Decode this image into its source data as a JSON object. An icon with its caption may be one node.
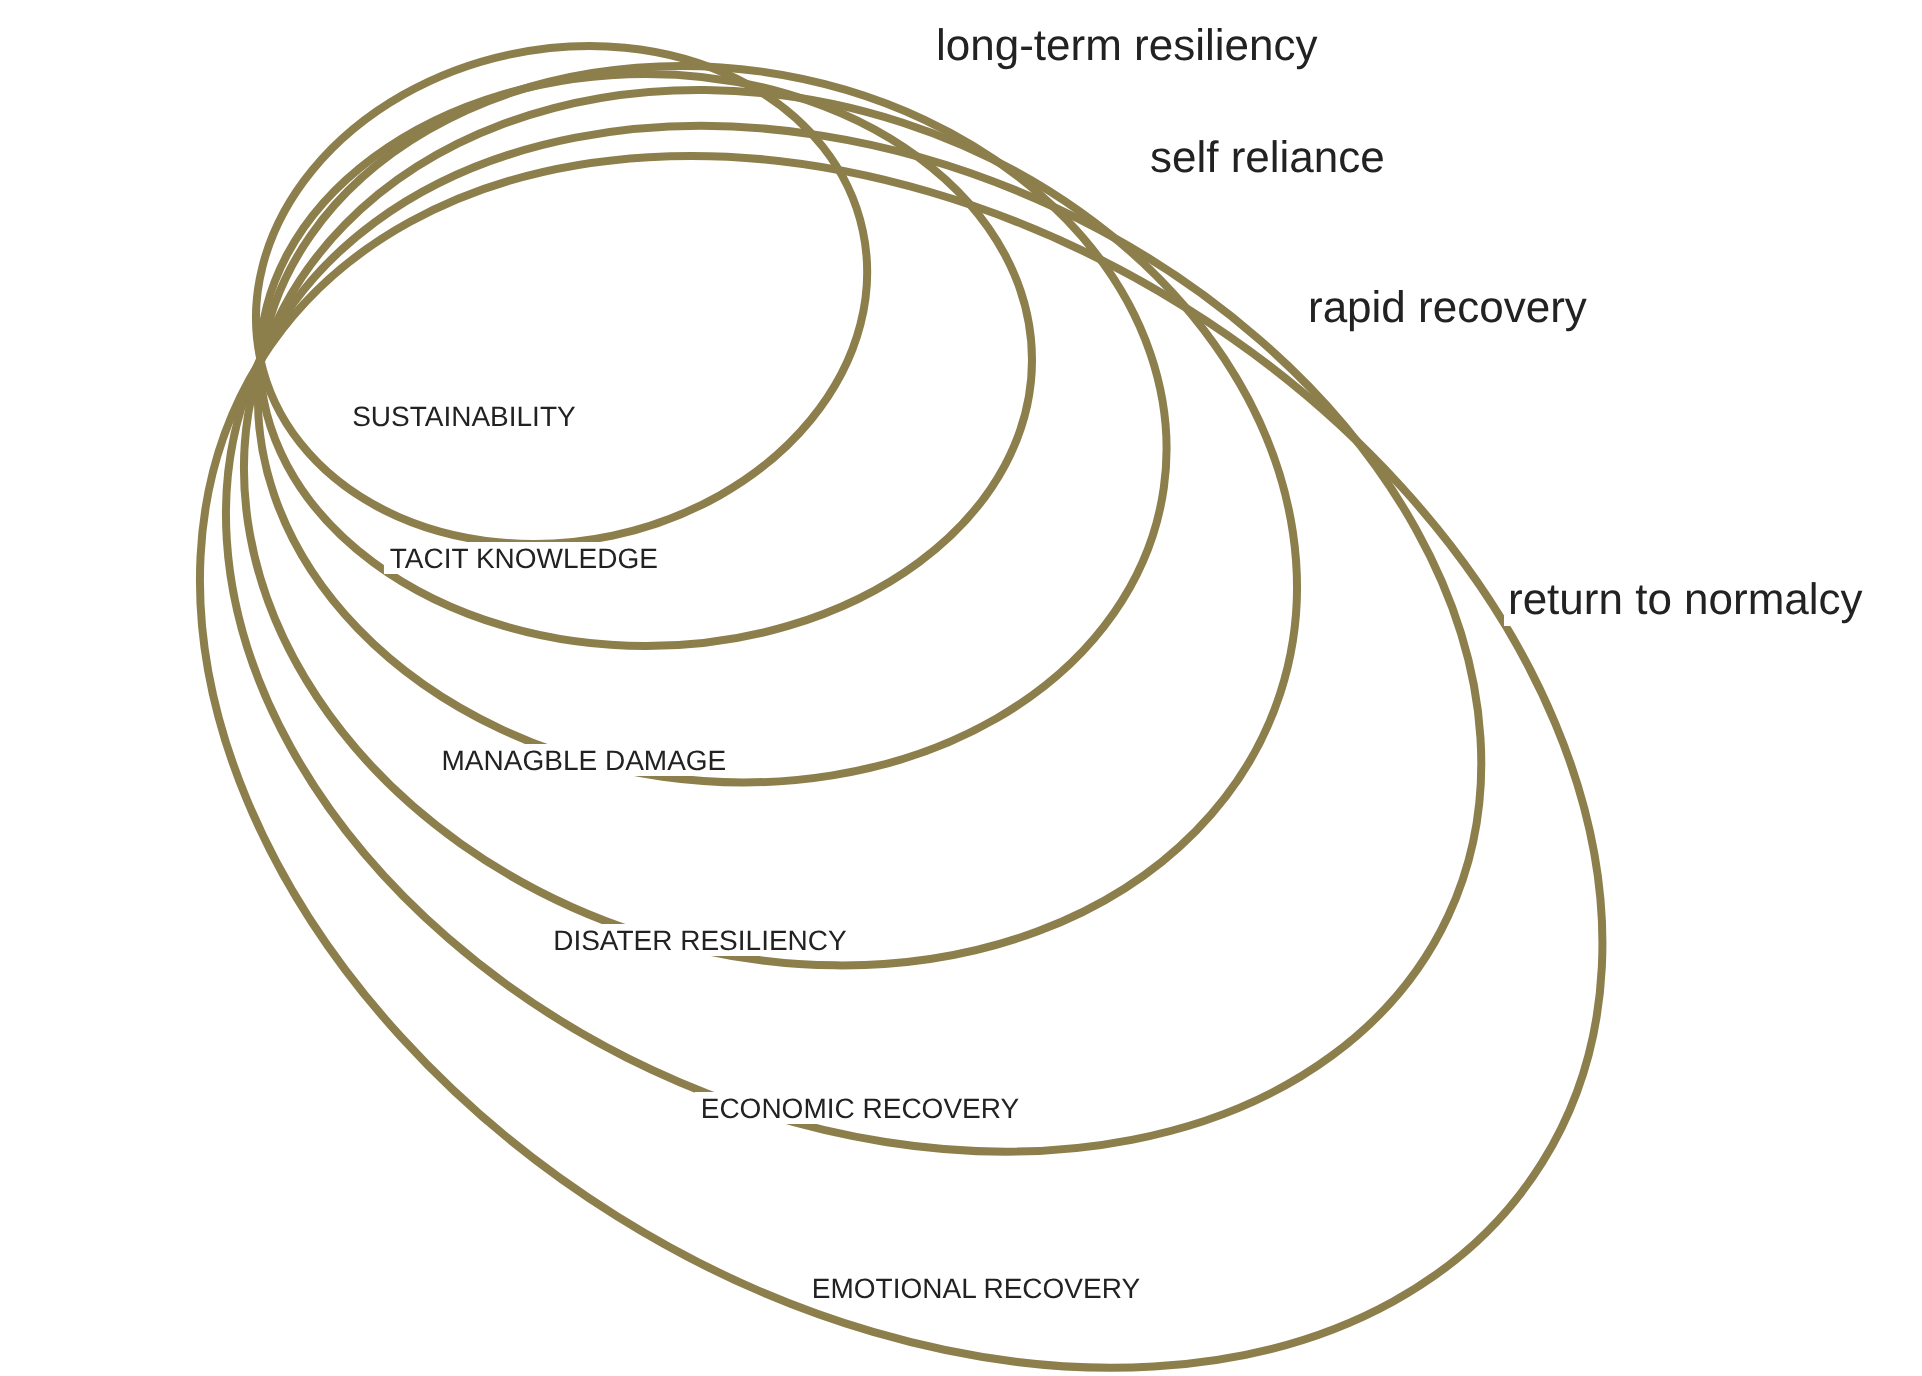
{
  "diagram": {
    "nodes": [
      {
        "text": [
          "EMOTIONAL RECOVERY"
        ]
      },
      {
        "text": [
          "ECONOMIC RECOVERY"
        ],
        "in": 0
      },
      {
        "text": [
          "DISATER RESILIENCY"
        ],
        "in": 1
      },
      {
        "text": [
          "MANAGBLE DAMAGE"
        ],
        "in": 2
      },
      {
        "text": [
          "TACIT KNOWLEDGE"
        ],
        "in": 3
      },
      {
        "text": [
          "SUSTAINABILITY"
        ],
        "in": 4
      }
    ],
    "labels": [
      "long-term resiliency",
      "self reliance",
      "rapid recovery",
      "return to normalcy"
    ]
  }
}
